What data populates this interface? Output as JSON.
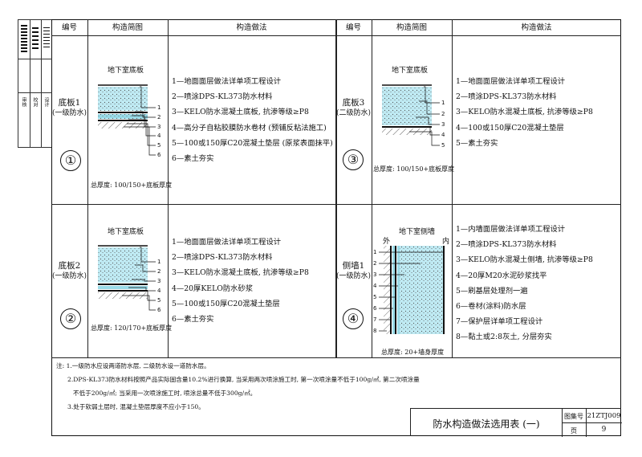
{
  "header": [
    "编号",
    "构造简图",
    "构造做法",
    "编号",
    "构造简图",
    "构造做法"
  ],
  "cells": [
    {
      "code": "底板1",
      "level": "(一级防水)",
      "num": "①",
      "diagram_title": "地下室底板",
      "thickness": "总厚度: 100/150+底板厚度",
      "steps": [
        "1—地面面层做法详单项工程设计",
        "2—喷涂DPS-KL373防水材料",
        "3—KELO防水混凝土底板, 抗渗等级≥P8",
        "4—高分子自粘胶膜防水卷材 (预铺反粘法施工)",
        "5—100或150厚C20混凝土垫层 (原浆表面抹平)",
        "6—素土夯实"
      ]
    },
    {
      "code": "底板3",
      "level": "(二级防水)",
      "num": "③",
      "diagram_title": "地下室底板",
      "thickness": "总厚度: 100/150+底板厚度",
      "steps": [
        "1—地面面层做法详单项工程设计",
        "2—喷涂DPS-KL373防水材料",
        "3—KELO防水混凝土底板, 抗渗等级≥P8",
        "4—100或150厚C20混凝土垫层",
        "5—素土夯实"
      ]
    },
    {
      "code": "底板2",
      "level": "(一级防水)",
      "num": "②",
      "diagram_title": "地下室底板",
      "thickness": "总厚度: 120/170+底板厚度",
      "steps": [
        "1—地面面层做法详单项工程设计",
        "2—喷涂DPS-KL373防水材料",
        "3—KELO防水混凝土底板, 抗渗等级≥P8",
        "4—20厚KELO防水砂浆",
        "5—100或150厚C20混凝土垫层",
        "6—素土夯实"
      ]
    },
    {
      "code": "侧墙1",
      "level": "(一级防水)",
      "num": "④",
      "diagram_title": "地下室侧墙",
      "outside": "外",
      "inside": "内",
      "thickness": "总厚度: 20+墙身厚度",
      "steps": [
        "1—内墙面层做法详单项工程设计",
        "2—喷涂DPS-KL373防水材料",
        "3—KELO防水混凝土侧墙, 抗渗等级≥P8",
        "4—20厚M20水泥砂浆找平",
        "5—刷基层处理剂一遍",
        "6—卷材(涂料)防水层",
        "7—保护层详单项工程设计",
        "8—黏土或2:8灰土, 分层夯实"
      ]
    }
  ],
  "notes": [
    "注: 1.一级防水应设两道防水层, 二级防水设一道防水层。",
    "2.DPS-KL373防水材料按照产品实际固含量10.2%进行换算, 当采用两次喷涂施工时, 第一次喷涂量不低于100g/㎡, 第二次喷涂量",
    "不低于200g/㎡; 当采用一次喷涂施工时, 喷涂总量不低于300g/㎡。",
    "3.处于软弱土层时, 混凝土垫层厚度不应小于150。"
  ],
  "title_block": {
    "title": "防水构造做法选用表 (一)",
    "atlas_label": "图集号",
    "atlas_no": "21ZTJ009",
    "page_label": "页",
    "page_no": "9"
  },
  "side_labels": [
    "审核",
    "校对",
    "设计"
  ]
}
